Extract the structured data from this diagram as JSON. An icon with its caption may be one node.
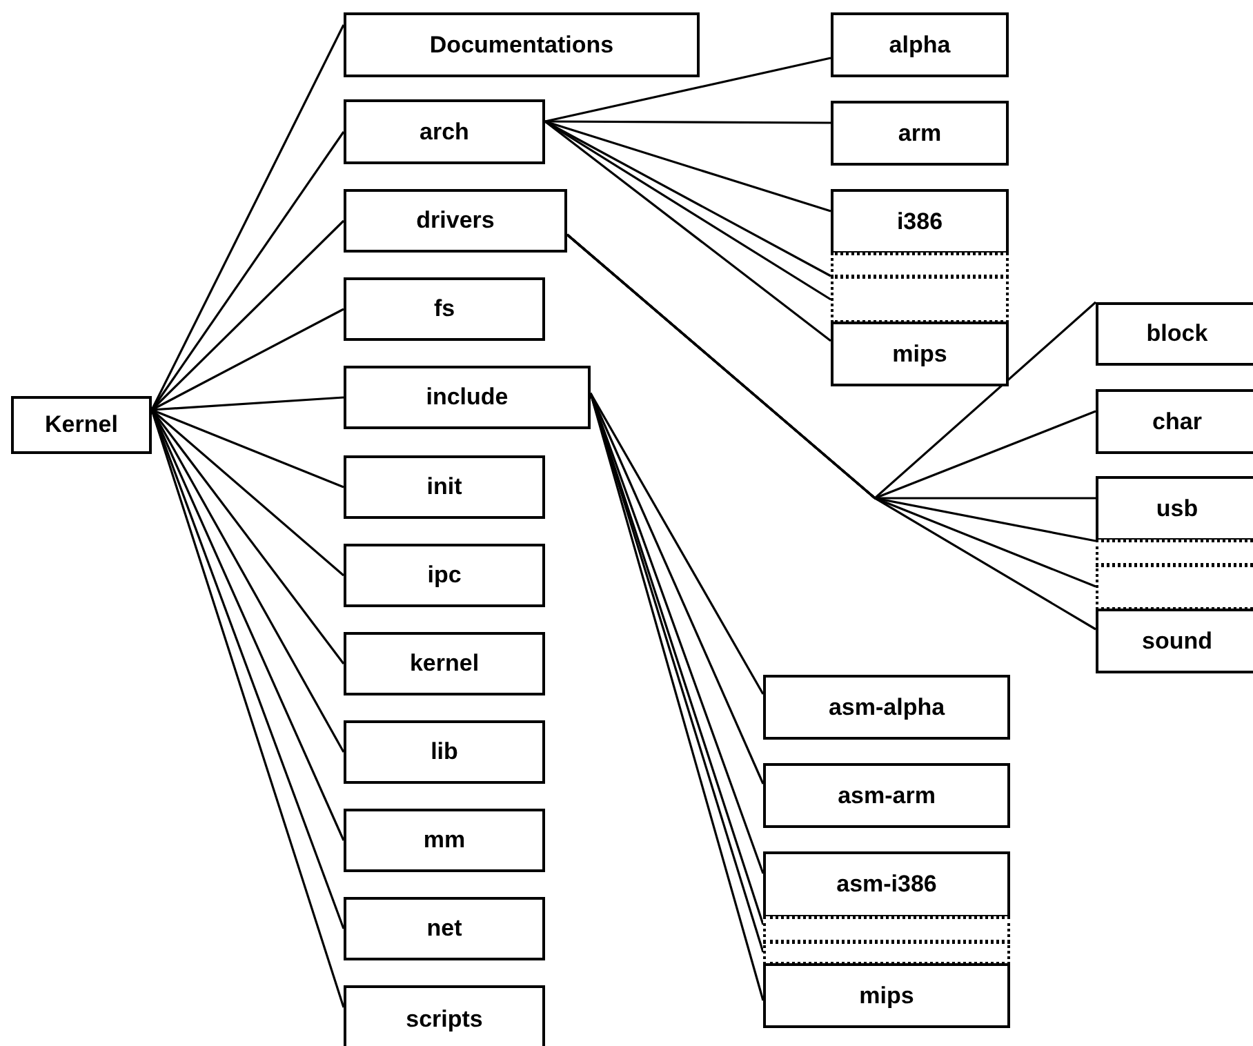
{
  "diagram": {
    "nodes": [
      {
        "text": [
          "Kernel"
        ]
      },
      {
        "text": [
          "Documentations"
        ]
      },
      {
        "text": [
          "arch"
        ]
      },
      {
        "text": [
          "drivers"
        ]
      },
      {
        "text": [
          "fs"
        ]
      },
      {
        "text": [
          "include"
        ]
      },
      {
        "text": [
          "init"
        ]
      },
      {
        "text": [
          "ipc"
        ]
      },
      {
        "text": [
          "kernel"
        ]
      },
      {
        "text": [
          "lib"
        ]
      },
      {
        "text": [
          "mm"
        ]
      },
      {
        "text": [
          "net"
        ]
      },
      {
        "text": [
          "scripts"
        ]
      },
      {
        "text": [
          "alpha"
        ]
      },
      {
        "text": [
          "arm"
        ]
      },
      {
        "text": [
          "i386"
        ]
      },
      {
        "text": [],
        "shape": "box"
      },
      {
        "text": [],
        "shape": "box"
      },
      {
        "text": [
          "mips"
        ]
      },
      {
        "text": [
          "block"
        ]
      },
      {
        "text": [
          "char"
        ]
      },
      {
        "text": [
          "usb"
        ]
      },
      {
        "text": [],
        "shape": "box"
      },
      {
        "text": [],
        "shape": "box"
      },
      {
        "text": [
          "sound"
        ]
      },
      {
        "text": [
          "asm-alpha"
        ]
      },
      {
        "text": [
          "asm-arm"
        ]
      },
      {
        "text": [
          "asm-i386"
        ]
      },
      {
        "text": [],
        "shape": "box"
      },
      {
        "text": [],
        "shape": "box"
      },
      {
        "text": [
          "mips"
        ]
      }
    ],
    "edges": [
      {
        "from": 0,
        "to": 1,
        "arrow": "none"
      },
      {
        "from": 0,
        "to": 2,
        "arrow": "none"
      },
      {
        "from": 0,
        "to": 3,
        "arrow": "none"
      },
      {
        "from": 0,
        "to": 4,
        "arrow": "none"
      },
      {
        "from": 0,
        "to": 5,
        "arrow": "none"
      },
      {
        "from": 0,
        "to": 6,
        "arrow": "none"
      },
      {
        "from": 0,
        "to": 7,
        "arrow": "none"
      },
      {
        "from": 0,
        "to": 8,
        "arrow": "none"
      },
      {
        "from": 0,
        "to": 9,
        "arrow": "none"
      },
      {
        "from": 0,
        "to": 10,
        "arrow": "none"
      },
      {
        "from": 0,
        "to": 11,
        "arrow": "none"
      },
      {
        "from": 0,
        "to": 12,
        "arrow": "none"
      },
      {
        "from": 2,
        "to": 13,
        "arrow": "none"
      },
      {
        "from": 2,
        "to": 14,
        "arrow": "none"
      },
      {
        "from": 2,
        "to": 15,
        "arrow": "none"
      },
      {
        "from": 2,
        "to": 16,
        "arrow": "none"
      },
      {
        "from": 2,
        "to": 17,
        "arrow": "none"
      },
      {
        "from": 2,
        "to": 18,
        "arrow": "none"
      },
      {
        "from": 3,
        "to": 19,
        "arrow": "none"
      },
      {
        "from": 3,
        "to": 20,
        "arrow": "none"
      },
      {
        "from": 3,
        "to": 21,
        "arrow": "none"
      },
      {
        "from": 3,
        "to": 22,
        "arrow": "none"
      },
      {
        "from": 3,
        "to": 23,
        "arrow": "none"
      },
      {
        "from": 3,
        "to": 24,
        "arrow": "none"
      },
      {
        "from": 5,
        "to": 25,
        "arrow": "none"
      },
      {
        "from": 5,
        "to": 26,
        "arrow": "none"
      },
      {
        "from": 5,
        "to": 27,
        "arrow": "none"
      },
      {
        "from": 5,
        "to": 28,
        "arrow": "none"
      },
      {
        "from": 5,
        "to": 29,
        "arrow": "none"
      },
      {
        "from": 5,
        "to": 30,
        "arrow": "none"
      }
    ]
  }
}
